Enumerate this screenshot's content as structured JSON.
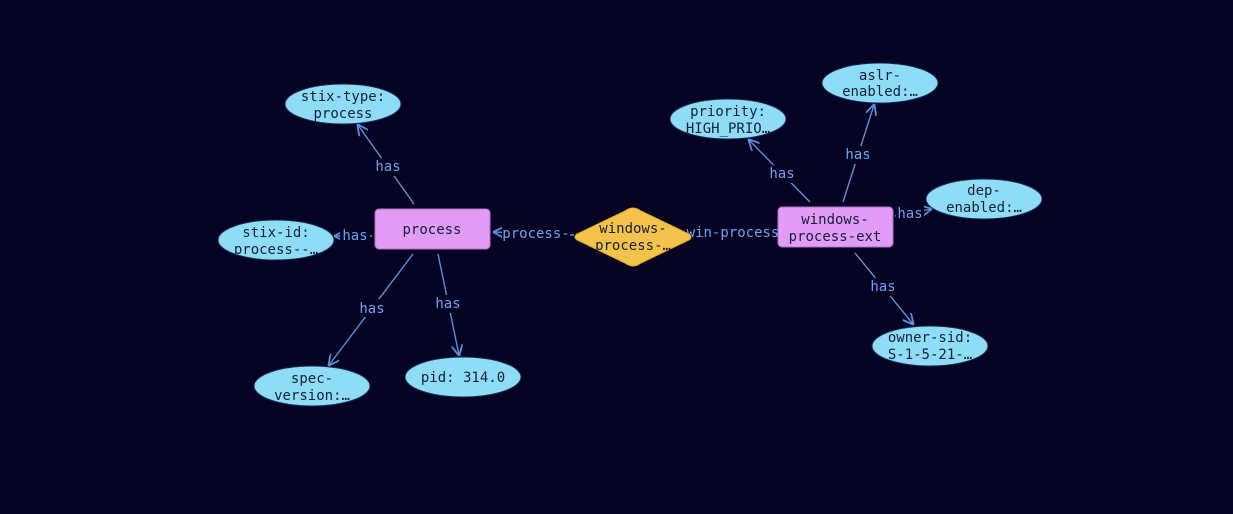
{
  "diagram": {
    "nodes": {
      "process": {
        "label": "process",
        "shape": "rect",
        "color": "#e39cf5"
      },
      "windows_process_ext": {
        "lines": [
          "windows-",
          "process-ext"
        ],
        "shape": "rect",
        "color": "#e39cf5"
      },
      "windows_process_rel": {
        "lines": [
          "windows-",
          "process-…"
        ],
        "shape": "diamond",
        "color": "#f5c34b"
      },
      "stix_type": {
        "lines": [
          "stix-type:",
          "process"
        ],
        "shape": "ellipse",
        "color": "#8fdcf7"
      },
      "stix_id": {
        "lines": [
          "stix-id:",
          "process--…"
        ],
        "shape": "ellipse",
        "color": "#8fdcf7"
      },
      "spec_version": {
        "lines": [
          "spec-",
          "version:…"
        ],
        "shape": "ellipse",
        "color": "#8fdcf7"
      },
      "pid": {
        "lines": [
          "pid: 314.0"
        ],
        "shape": "ellipse",
        "color": "#8fdcf7"
      },
      "priority": {
        "lines": [
          "priority:",
          "HIGH_PRIO…"
        ],
        "shape": "ellipse",
        "color": "#8fdcf7"
      },
      "aslr": {
        "lines": [
          "aslr-",
          "enabled:…"
        ],
        "shape": "ellipse",
        "color": "#8fdcf7"
      },
      "dep": {
        "lines": [
          "dep-",
          "enabled:…"
        ],
        "shape": "ellipse",
        "color": "#8fdcf7"
      },
      "owner_sid": {
        "lines": [
          "owner-sid:",
          "S-1-5-21-…"
        ],
        "shape": "ellipse",
        "color": "#8fdcf7"
      }
    },
    "edges": [
      {
        "id": "e-stix-type",
        "label": "has"
      },
      {
        "id": "e-stix-id",
        "label": "has"
      },
      {
        "id": "e-spec",
        "label": "has"
      },
      {
        "id": "e-pid",
        "label": "has"
      },
      {
        "id": "e-process-rel",
        "label": "process-"
      },
      {
        "id": "e-win-process",
        "label": "win-process"
      },
      {
        "id": "e-priority",
        "label": "has"
      },
      {
        "id": "e-aslr",
        "label": "has"
      },
      {
        "id": "e-dep",
        "label": "has"
      },
      {
        "id": "e-owner",
        "label": "has"
      }
    ],
    "edge_color": "#5b8fe0",
    "background": "#070322"
  }
}
